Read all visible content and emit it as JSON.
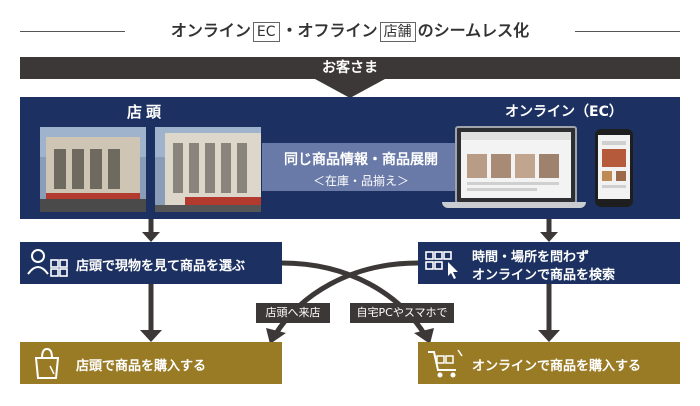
{
  "title": {
    "part1": "オンライン",
    "box1": "EC",
    "part2": "・オフライン",
    "box2": "店舗",
    "part3": "のシームレス化"
  },
  "customer": "お客さま",
  "panel": {
    "store_label": "店頭",
    "online_label": "オンライン（EC）",
    "shared_line1": "同じ商品情報・商品展開",
    "shared_line2": "＜在庫・品揃え＞"
  },
  "store_browse": "店頭で現物を見て商品を選ぶ",
  "online_browse_line1": "時間・場所を問わず",
  "online_browse_line2": "オンラインで商品を検索",
  "to_store": "店頭へ来店",
  "at_home": "自宅PCやスマホで",
  "store_buy": "店頭で商品を購入する",
  "online_buy": "オンラインで商品を購入する",
  "colors": {
    "navy": "#1c3161",
    "gold": "#9a7b25",
    "dark": "#3d3838"
  }
}
